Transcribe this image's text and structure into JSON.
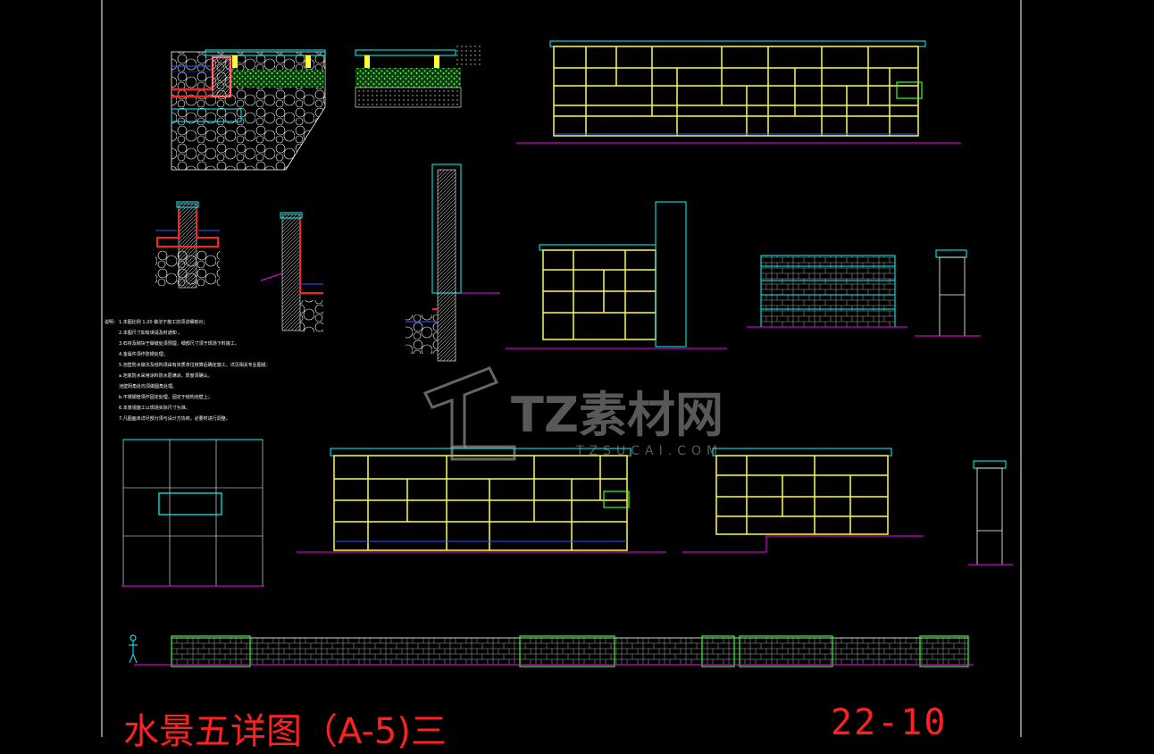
{
  "drawing": {
    "title": "水景五详图（A-5)三",
    "sheet_number": "22-10"
  },
  "watermark": {
    "brand": "TZ素材网",
    "domain": "TZSUCAI.COM"
  },
  "notes": {
    "header": "说明：",
    "lines": [
      "1.本图比例 1:20         做法于施工前须详细核对；",
      "2.本图尺寸如有误请及时通知 。",
      "3.石材及砌块于做缝处须预埋，细部尺寸须于现场下料施工。",
      "4.金属件须作防锈处理；",
      "5.池壁防水做法及结构须由有资质单位核算后确定施工。详见相关专业图纸：",
      "  a.池底防水采用涂料防水层满涂，厚度须确认。",
      "     池壁阴角处均须做圆角处理。",
      "  b.不锈钢管须作固定处理，固定于结构池壁上；",
      "6.本景观施工以现场实际尺寸为准。",
      "7.凡图面未详尽部分须与设计方协商，必要时进行调整。"
    ]
  },
  "colors": {
    "background": "#000000",
    "frame": "#ffffff",
    "stone": "#ffff33",
    "outline": "#00ffff",
    "ground": "#ff00ff",
    "water": "#3355ff",
    "planting": "#33ff33",
    "rebar": "#ff2020",
    "title": "#ff2020"
  }
}
